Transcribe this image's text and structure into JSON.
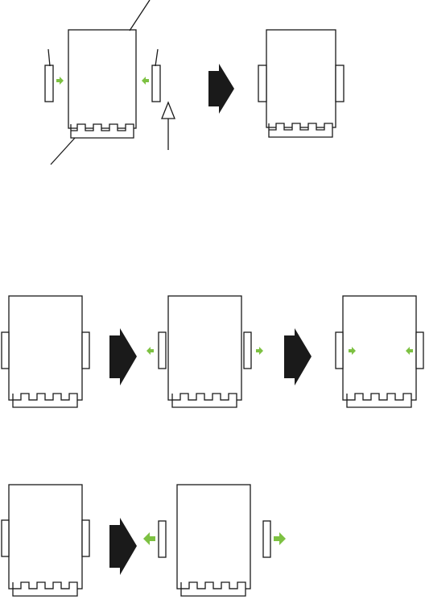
{
  "figure": {
    "description_note": "",
    "colors": {
      "stroke": "#1a1a1a",
      "green_arrow": "#7dc142",
      "process_arrow": "#1a1a1a",
      "background": "#ffffff"
    },
    "rows": [
      {
        "name": "attach-sequence",
        "panels": [
          {
            "name": "unit-with-side-panels-approaching",
            "side_panels": "detached",
            "arrows": "inward",
            "callouts": 4,
            "push_marker": true
          },
          {
            "name": "unit-with-side-panels-attached",
            "side_panels": "attached",
            "arrows": "none"
          }
        ]
      },
      {
        "name": "reattach-sequence",
        "panels": [
          {
            "name": "unit-with-side-panels-attached",
            "side_panels": "attached",
            "arrows": "none"
          },
          {
            "name": "unit-with-side-panels-detached",
            "side_panels": "detached",
            "arrows": "outward"
          },
          {
            "name": "unit-with-side-panels-pushed-in",
            "side_panels": "inside",
            "arrows": "inward"
          }
        ]
      },
      {
        "name": "remove-sequence",
        "panels": [
          {
            "name": "unit-with-side-panels-attached",
            "side_panels": "attached",
            "arrows": "none"
          },
          {
            "name": "unit-with-side-panels-removed",
            "side_panels": "detached",
            "arrows": "outward-large"
          }
        ]
      }
    ]
  }
}
